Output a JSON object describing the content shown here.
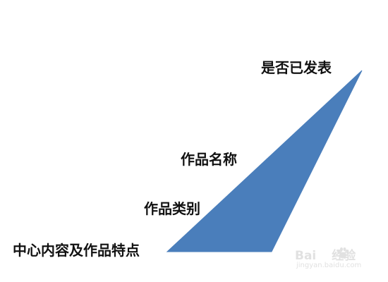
{
  "diagram": {
    "triangle_color": "#4a7ebb",
    "labels": {
      "published": "是否已发表",
      "name": "作品名称",
      "category": "作品类别",
      "content": "中心内容及作品特点"
    }
  },
  "watermark": {
    "logo_prefix": "Bai",
    "logo_suffix": "经验",
    "url": "jingyan.baidu.com"
  }
}
